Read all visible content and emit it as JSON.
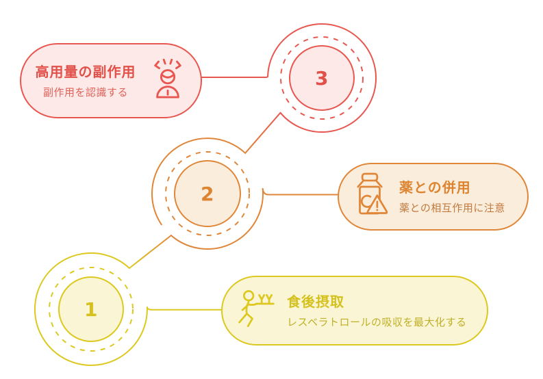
{
  "diagram": {
    "type": "stepped-process-infographic",
    "language": "ja",
    "background": "#FFFFFF"
  },
  "steps": [
    {
      "number": "1",
      "title": "食後摂取",
      "subtitle": "レスベラトロールの吸収を最大化する",
      "icon": "walking-waiter-icon",
      "accent_color": "#DCC81F",
      "fill_color": "#FAF6D5",
      "title_color": "#D5C11D",
      "subtitle_color": "#BFAF28"
    },
    {
      "number": "2",
      "title": "薬との併用",
      "subtitle": "薬との相互作用に注意",
      "icon": "medicine-bottle-warning-icon",
      "accent_color": "#E08638",
      "fill_color": "#FBEDDC",
      "title_color": "#DD8430",
      "subtitle_color": "#C0793F"
    },
    {
      "number": "3",
      "title": "高用量の副作用",
      "subtitle": "副作用を認識する",
      "icon": "stressed-person-icon",
      "accent_color": "#E8574F",
      "fill_color": "#FCE9E8",
      "title_color": "#E2504A",
      "subtitle_color": "#E16259"
    }
  ],
  "connectors": [
    {
      "from": "step-3-node",
      "to": "step-2-node",
      "gradient": [
        "#E8574F",
        "#E08638"
      ]
    },
    {
      "from": "step-2-node",
      "to": "step-1-node",
      "gradient": [
        "#E08638",
        "#DCC81F"
      ]
    }
  ]
}
